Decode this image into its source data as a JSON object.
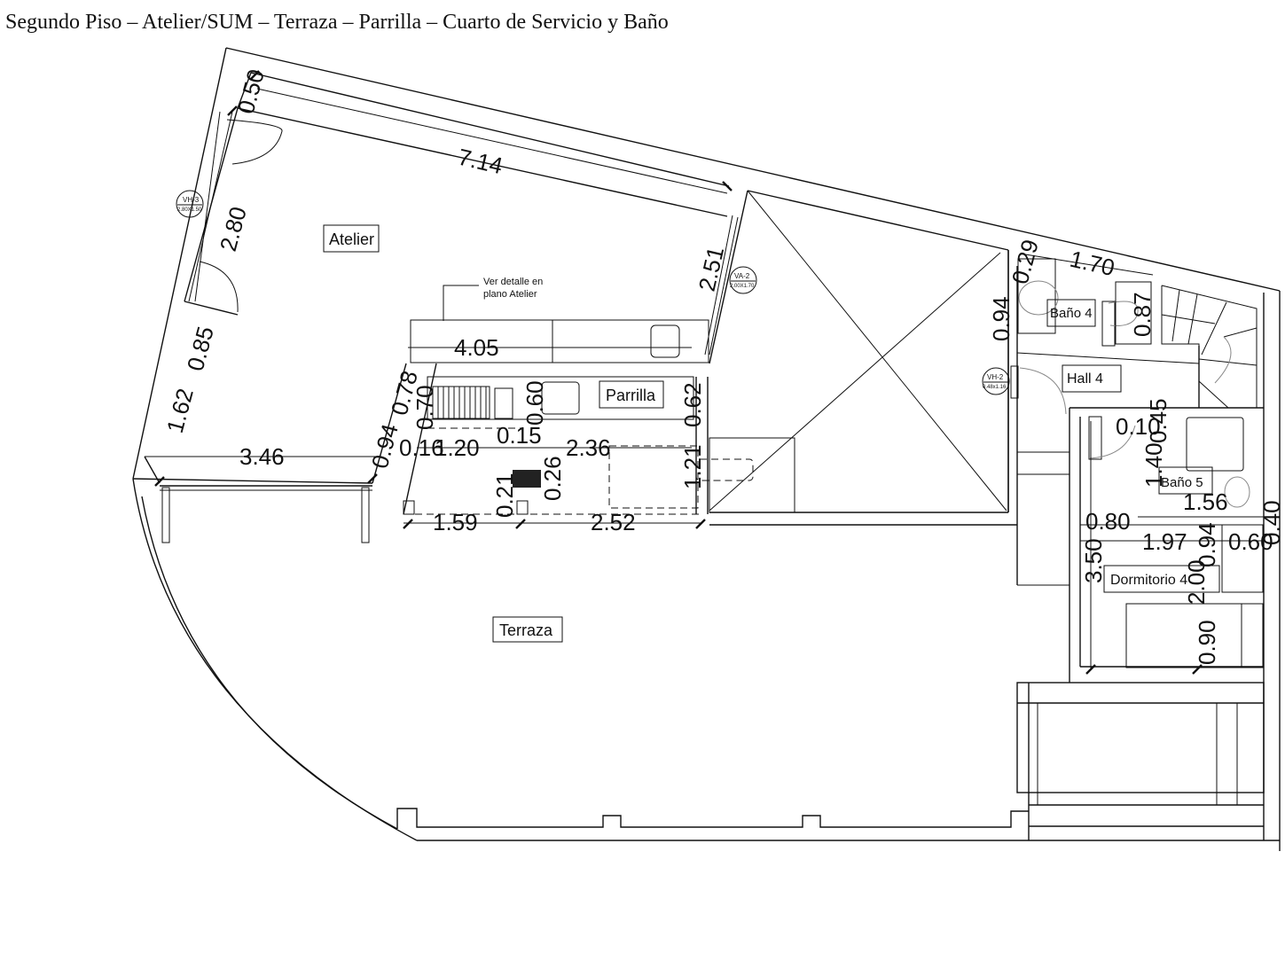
{
  "title": "Segundo Piso – Atelier/SUM – Terraza – Parrilla – Cuarto de Servicio y Baño",
  "rooms": {
    "atelier": "Atelier",
    "parrilla": "Parrilla",
    "terraza": "Terraza",
    "bano4": "Baño 4",
    "hall4": "Hall 4",
    "bano5": "Baño 5",
    "dormitorio": "Dormitorio 4"
  },
  "note": {
    "line1": "Ver detalle en",
    "line2": "plano Atelier"
  },
  "tags": {
    "vh3": {
      "code": "VH-3",
      "size": "2.80X1.50"
    },
    "va2": {
      "code": "VA-2",
      "size": "2.00X1.70"
    },
    "vh2": {
      "code": "VH-2",
      "size": "0.48x1.16"
    }
  },
  "dims": {
    "d_050": "0.50",
    "d_714": "7.14",
    "d_280": "2.80",
    "d_251": "2.51",
    "d_085": "0.85",
    "d_162": "1.62",
    "d_346": "3.46",
    "d_094a": "0.94",
    "d_078": "0.78",
    "d_070": "0.70",
    "d_405": "4.05",
    "d_016": "0.16",
    "d_120": "1.20",
    "d_015": "0.15",
    "d_060": "0.60",
    "d_236": "2.36",
    "d_062": "0.62",
    "d_121": "1.21",
    "d_026": "0.26",
    "d_021": "0.21",
    "d_159": "1.59",
    "d_252": "2.52",
    "d_029": "0.29",
    "d_170": "1.70",
    "d_094b": "0.94",
    "d_087": "0.87",
    "d_045": "0.45",
    "d_010": "0.10",
    "d_140": "1.40",
    "d_156": "1.56",
    "d_080": "0.80",
    "d_197": "1.97",
    "d_060b": "0.60",
    "d_040": "0.40",
    "d_350": "3.50",
    "d_200": "2.00",
    "d_094c": "0.94",
    "d_090": "0.90"
  }
}
